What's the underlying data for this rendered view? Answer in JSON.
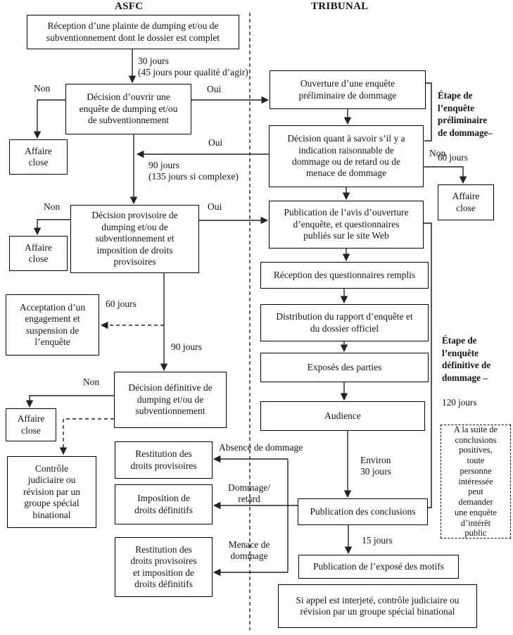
{
  "headers": {
    "left": "ASFC",
    "right": "TRIBUNAL"
  },
  "boxes": {
    "reception_plainte": "Réception d’une plainte de dumping et/ou de\nsubventionnement dont le dossier est complet",
    "decision_ouvrir": "Décision d’ouvrir une\nenquête de dumping et/ou\nde subventionnement",
    "affaire_close_1": "Affaire\nclose",
    "decision_provisoire": "Décision provisoire de\ndumping et/ou de\nsubventionnement et\nimposition de droits\nprovisoires",
    "affaire_close_2": "Affaire\nclose",
    "acceptation_engagement": "Acceptation d’un\nengagement et\nsuspension de\nl’enquête",
    "decision_definitive": "Décision définitive de\ndumping et/ou de\nsubventionnement",
    "affaire_close_3": "Affaire\nclose",
    "controle_judiciaire": "Contrôle\njudiciaire ou\nrévision par un\ngroupe spécial\nbinational",
    "restitution_provisoires": "Restitution des\ndroits provisoires",
    "imposition_definitifs": "Imposition de\ndroits définitifs",
    "restitution_imposition": "Restitution des\ndroits provisoires\net imposition de\ndroits définitifs",
    "ouverture_enquete": "Ouverture d’une enquête\npréliminaire de dommage",
    "decision_indication": "Décision quant à savoir s’il y a\nindication raisonnable de\ndommage ou de retard ou de\nmenace de dommage",
    "affaire_close_4": "Affaire\nclose",
    "publication_avis": "Publication de l’avis d’ouverture\nd’enquête, et questionnaires\npubliés sur le site Web",
    "reception_questionnaires": "Réception des questionnaires remplis",
    "distribution_rapport": "Distribution du rapport d’enquête et\ndu dossier officiel",
    "exposes_parties": "Exposés des parties",
    "audience": "Audience",
    "publication_conclusions": "Publication des conclusions",
    "publication_expose_motifs": "Publication de l’exposé des motifs",
    "si_appel": "Si appel est interjeté, contrôle judiciaire ou\nrévision par un groupe spécial binational",
    "interet_public": "A la suite de\nconclusions\npositives,\ntoute\npersonne\nintéressée\npeut\ndemander\nune enquête\nd’intérêt\npublic"
  },
  "labels": {
    "jours_30": "30 jours\n(45 jours pour qualité d’agir)",
    "non_1": "Non",
    "oui_1": "Oui",
    "oui_2": "Oui",
    "jours_90_complexe": "90 jours\n(135 jours si complexe)",
    "non_2": "Non",
    "oui_3": "Oui",
    "jours_60": "60 jours",
    "jours_90": "90 jours",
    "non_3": "Non",
    "absence_dommage": "Absence de dommage",
    "dommage_retard": "Dommage/\nretard",
    "menace_dommage": "Menace de\ndommage",
    "non_4": "Non",
    "environ_30": "Environ\n30 jours",
    "jours_15": "15 jours"
  },
  "side_notes": {
    "preliminary": {
      "title": "Étape de\nl’enquête\npréliminaire\nde dommage–",
      "days": "60 jours"
    },
    "final": {
      "title": "Étape de\nl’enquête\ndéfinitive de\ndommage –",
      "days": "120 jours"
    }
  },
  "colors": {
    "line": "#222222",
    "bracket": "#555555",
    "text": "#141414",
    "background": "#ffffff"
  }
}
